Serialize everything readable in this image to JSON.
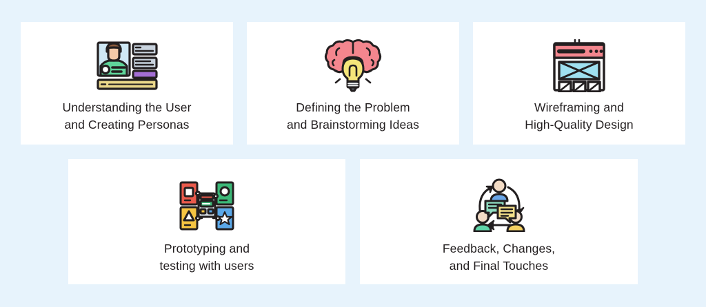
{
  "background_color": "#e7f3fc",
  "card_color": "#ffffff",
  "text_color": "#231f20",
  "cards": [
    {
      "id": "understanding-user",
      "icon": "persona-profile-icon",
      "label_line1": "Understanding the User",
      "label_line2": "and Creating Personas",
      "icon_colors": {
        "panel": "#cfe8f5",
        "shirt": "#5fd49a",
        "hair": "#8a5a3c",
        "skin": "#f3c9a8",
        "bar_gray": "#c9d3de",
        "bar_purple": "#a46ed4",
        "bar_gold": "#ead78a",
        "outline": "#231f20"
      }
    },
    {
      "id": "defining-problem",
      "icon": "brain-lightbulb-icon",
      "label_line1": "Defining the Problem",
      "label_line2": "and Brainstorming Ideas",
      "icon_colors": {
        "brain": "#f4868e",
        "bulb": "#f5e57a",
        "base": "#565b60",
        "outline": "#231f20"
      }
    },
    {
      "id": "wireframing-design",
      "icon": "wireframe-browser-icon",
      "label_line1": "Wireframing and",
      "label_line2": "High-Quality Design",
      "icon_colors": {
        "header": "#f4868e",
        "image_box": "#9fe0f0",
        "white": "#ffffff",
        "outline": "#231f20"
      }
    },
    {
      "id": "prototyping-testing",
      "icon": "prototype-flow-icon",
      "label_line1": "Prototyping and",
      "label_line2": "testing with users",
      "icon_colors": {
        "red": "#ea5a4c",
        "green": "#3cb878",
        "yellow": "#f5c442",
        "blue": "#5ba8e8",
        "gray": "#d6dde4",
        "outline": "#231f20"
      }
    },
    {
      "id": "feedback-final-touches",
      "icon": "feedback-people-icon",
      "label_line1": "Feedback, Changes,",
      "label_line2": "and Final Touches",
      "icon_colors": {
        "person_blue": "#6aa6e8",
        "person_teal": "#5fd4a8",
        "person_yellow": "#f5d061",
        "skin": "#f3dcc6",
        "bubble_green": "#8fdcc0",
        "bubble_yellow": "#f5e08a",
        "outline": "#231f20"
      }
    }
  ]
}
